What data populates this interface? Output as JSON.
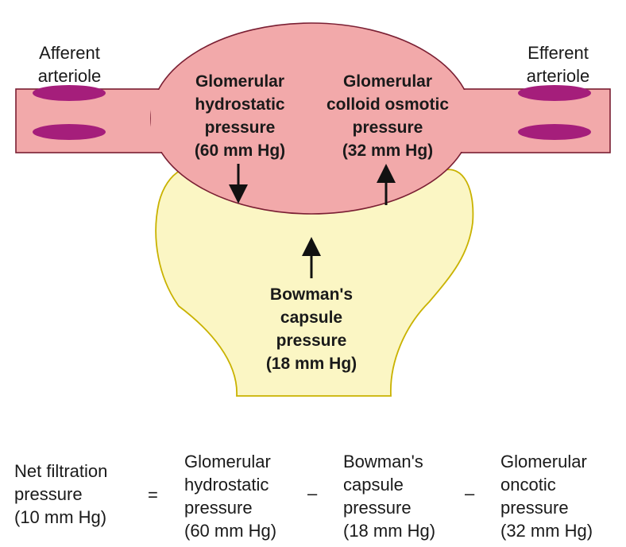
{
  "diagram": {
    "afferent_label": [
      "Afferent",
      "arteriole"
    ],
    "efferent_label": [
      "Efferent",
      "arteriole"
    ],
    "ghp_label": [
      "Glomerular",
      "hydrostatic",
      "pressure",
      "(60 mm Hg)"
    ],
    "gcop_label": [
      "Glomerular",
      "colloid osmotic",
      "pressure",
      "(32 mm Hg)"
    ],
    "capsule_label": [
      "Bowman's",
      "capsule",
      "pressure",
      "(18 mm Hg)"
    ]
  },
  "equation": {
    "result": [
      "Net filtration",
      "pressure",
      "(10 mm Hg)"
    ],
    "equals": "=",
    "term1": [
      "Glomerular",
      "hydrostatic",
      "pressure",
      "(60 mm Hg)"
    ],
    "minus1": "–",
    "term2": [
      "Bowman's",
      "capsule",
      "pressure",
      "(18 mm Hg)"
    ],
    "minus2": "–",
    "term3": [
      "Glomerular",
      "oncotic",
      "pressure",
      "(32 mm Hg)"
    ]
  },
  "colors": {
    "glomerulus_fill": "#f2a9aa",
    "capsule_fill": "#fbf6c4",
    "capsule_stroke": "#c9b200",
    "outline": "#7a1f33",
    "valve_fill": "#a51e7b"
  }
}
